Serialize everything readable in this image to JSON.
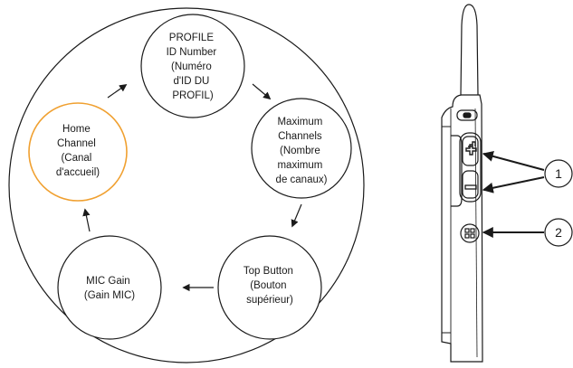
{
  "menu_cycle": {
    "nodes": [
      {
        "id": "profile",
        "lines": [
          "PROFILE",
          "ID Number",
          "(Numéro",
          "d'ID DU",
          "PROFIL)"
        ],
        "highlighted": false
      },
      {
        "id": "max_channels",
        "lines": [
          "Maximum",
          "Channels",
          "(Nombre",
          "maximum",
          "de canaux)"
        ],
        "highlighted": false
      },
      {
        "id": "top_button",
        "lines": [
          "Top Button",
          "(Bouton",
          "supérieur)"
        ],
        "highlighted": false
      },
      {
        "id": "mic_gain",
        "lines": [
          "MIC Gain",
          "(Gain MIC)"
        ],
        "highlighted": false
      },
      {
        "id": "home_channel",
        "lines": [
          "Home",
          "Channel",
          "(Canal",
          "d'accueil)"
        ],
        "highlighted": true
      }
    ]
  },
  "callouts": [
    {
      "number": "1"
    },
    {
      "number": "2"
    }
  ],
  "colors": {
    "stroke": "#1a1a1a",
    "highlight": "#f0a030",
    "background": "#ffffff"
  },
  "icons": {
    "plus": "plus-icon",
    "minus": "minus-icon",
    "grid": "grid-button-icon"
  }
}
